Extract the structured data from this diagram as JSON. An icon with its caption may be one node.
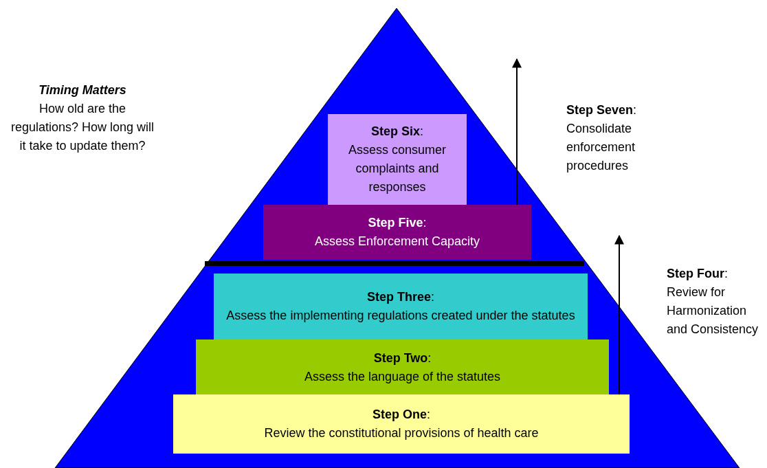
{
  "diagram": {
    "nodes": [
      {
        "text": [
          "**Step Six**:",
          "Assess consumer complaints and responses"
        ]
      },
      {
        "text": [
          "**Step Five**:",
          "Assess Enforcement Capacity"
        ]
      },
      {
        "text": [
          "**Step Three**:",
          "Assess the implementing regulations created under the statutes"
        ]
      },
      {
        "text": [
          "**Step Two**:",
          "Assess the language of the statutes"
        ]
      },
      {
        "text": [
          "**Step One**:",
          "Review the constitutional provisions of health care"
        ]
      }
    ],
    "labels": [
      "Timing Matters",
      "How old are the regulations? How long will it take to update them?",
      "**Step Seven**: Consolidate enforcement procedures",
      "**Step Four**: Review for Harmonization and Consistency"
    ]
  }
}
